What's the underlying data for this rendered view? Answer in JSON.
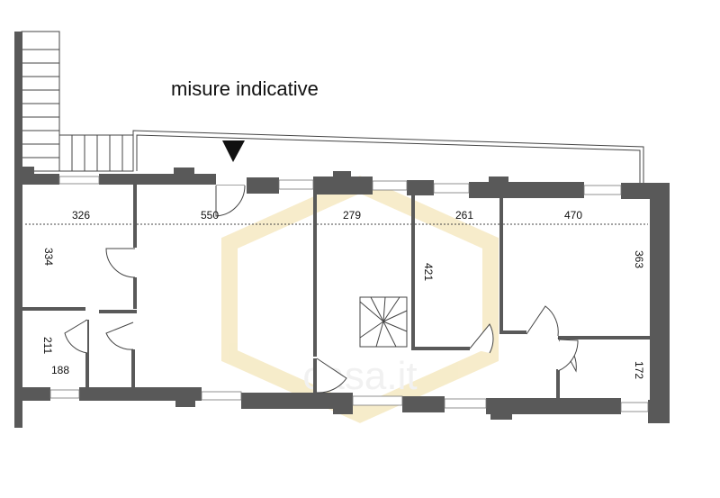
{
  "note": "misure indicative",
  "dimensions": {
    "room1_width": "326",
    "room1_height": "334",
    "room2_width": "550",
    "room3_width": "279",
    "room4_width": "261",
    "room4_height": "421",
    "room5_width": "470",
    "room5_height": "363",
    "bath_height": "211",
    "bath_width": "188",
    "small_room_height": "172"
  },
  "watermark": "casa.it",
  "colors": {
    "wall": "#595959",
    "watermark": "#e8c96a"
  }
}
